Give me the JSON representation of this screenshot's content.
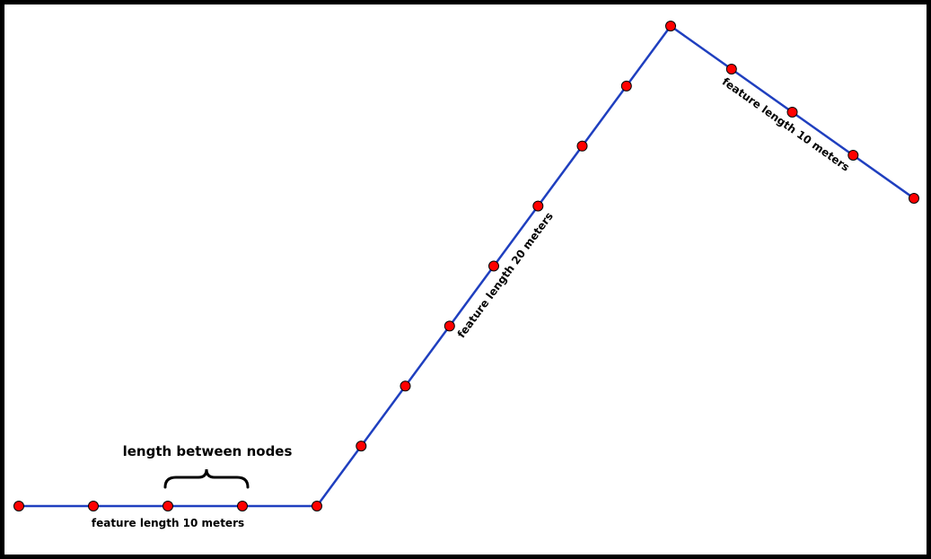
{
  "colors": {
    "frame": "#000000",
    "background": "#ffffff",
    "line": "#1f3fbf",
    "node_fill": "#ff0000",
    "node_stroke": "#000000",
    "text": "#000000"
  },
  "labels": {
    "length_between_nodes": "length between nodes",
    "segment_1": "feature length 10 meters",
    "segment_2": "feature length 20 meters",
    "segment_3": "feature length 10 meters"
  },
  "segments": [
    {
      "name": "segment-1",
      "length_m": 10,
      "node_count": 5
    },
    {
      "name": "segment-2",
      "length_m": 20,
      "node_count": 9
    },
    {
      "name": "segment-3",
      "length_m": 10,
      "node_count": 5
    }
  ],
  "icons": {
    "brace": "curly-brace-icon"
  }
}
